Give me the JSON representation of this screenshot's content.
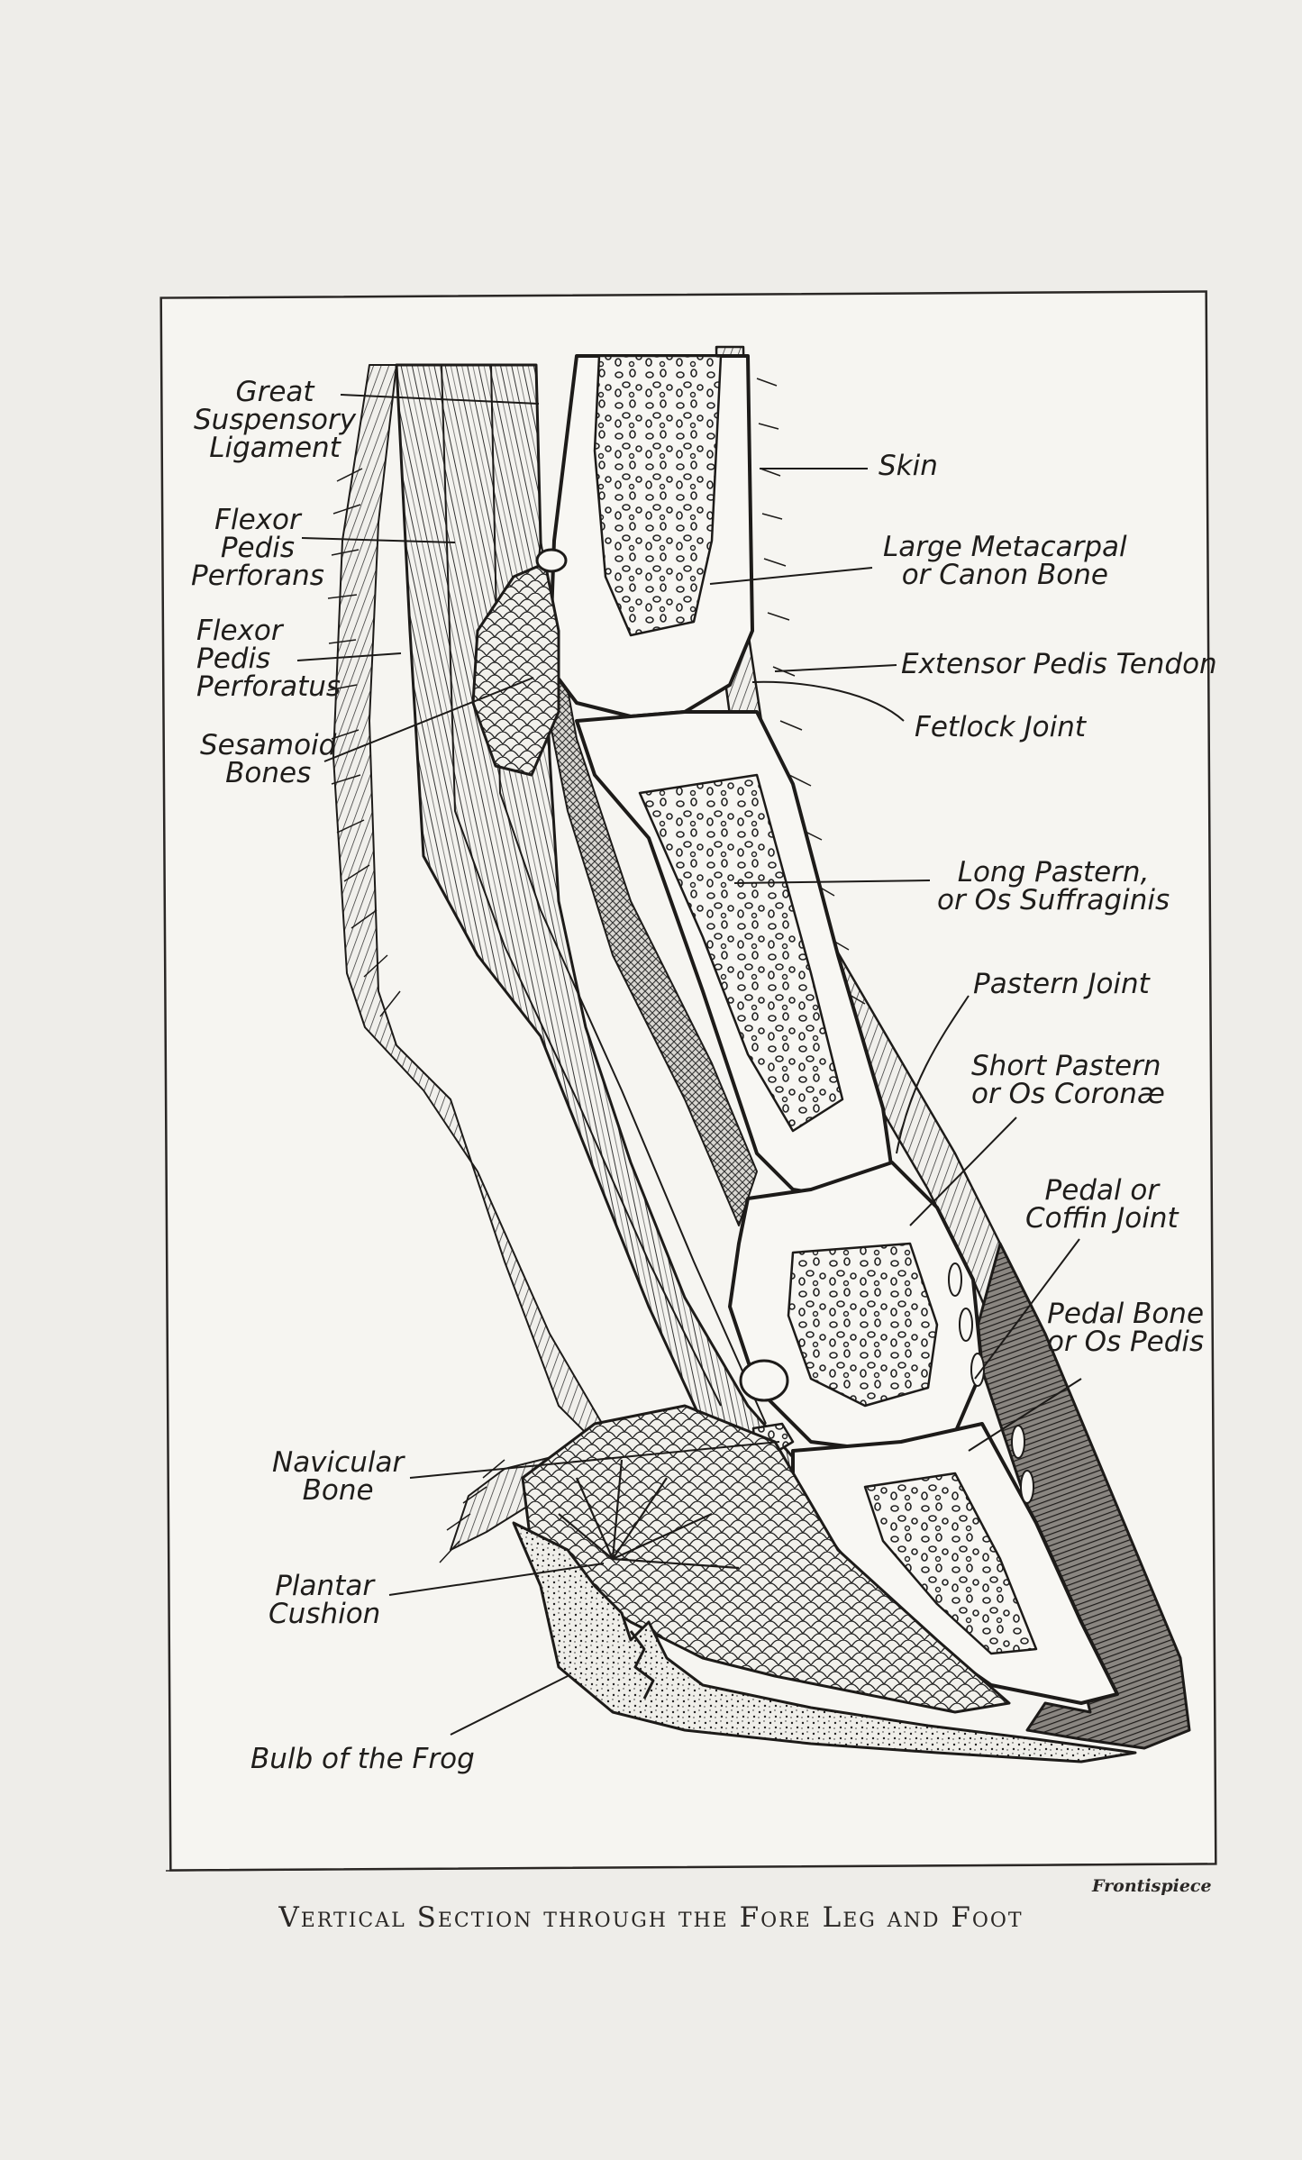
{
  "labels": {
    "great_suspensory": [
      "Great",
      "Suspensory",
      "Ligament"
    ],
    "flexor_perforans": [
      "Flexor",
      "Pedis",
      "Perforans"
    ],
    "flexor_perforatus": [
      "Flexor",
      "Pedis",
      "Perforatus"
    ],
    "sesamoid": [
      "Sesamoid",
      "Bones"
    ],
    "navicular": [
      "Navicular",
      "Bone"
    ],
    "plantar_cushion": [
      "Plantar",
      "Cushion"
    ],
    "bulb_frog": "Bulb of the Frog",
    "skin": "Skin",
    "metacarpal": [
      "Large Metacarpal",
      "or Canon Bone"
    ],
    "extensor": "Extensor Pedis Tendon",
    "fetlock": "Fetlock Joint",
    "long_pastern": [
      "Long Pastern,",
      "or Os Suffraginis"
    ],
    "pastern_joint": "Pastern Joint",
    "short_pastern": [
      "Short Pastern",
      "or Os Coronæ"
    ],
    "coffin_joint": [
      "Pedal or",
      "Coffin Joint"
    ],
    "pedal_bone": [
      "Pedal Bone",
      "or Os Pedis"
    ]
  },
  "frontispiece": "Frontispiece",
  "caption": "Vertical Section through the Fore Leg and Foot"
}
